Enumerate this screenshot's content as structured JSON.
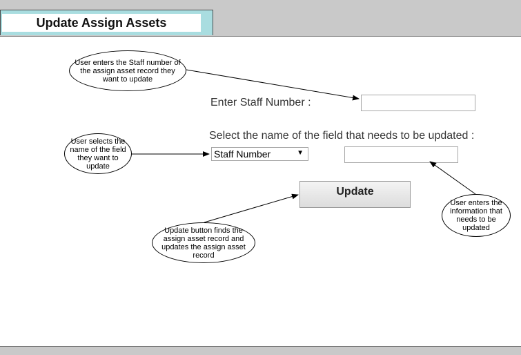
{
  "header": {
    "title": "Update Assign Assets"
  },
  "form": {
    "staff_number_label": "Enter Staff Number :",
    "staff_number_value": "",
    "field_select_label": "Select the name of the field that needs to be updated :",
    "field_select_value": "Staff Number",
    "new_value": "",
    "update_button_label": "Update"
  },
  "annotations": {
    "staff_number_note": "User enters the Staff number of the assign asset record they want to update",
    "field_select_note": "User selects the name of the field they want to update",
    "new_value_note": "User enters the information that needs to be updated",
    "update_button_note": "Update button finds the assign asset record and updates the assign asset record"
  },
  "colors": {
    "bar_gray": "#c9c9c9",
    "title_accent": "#a9dde0"
  }
}
